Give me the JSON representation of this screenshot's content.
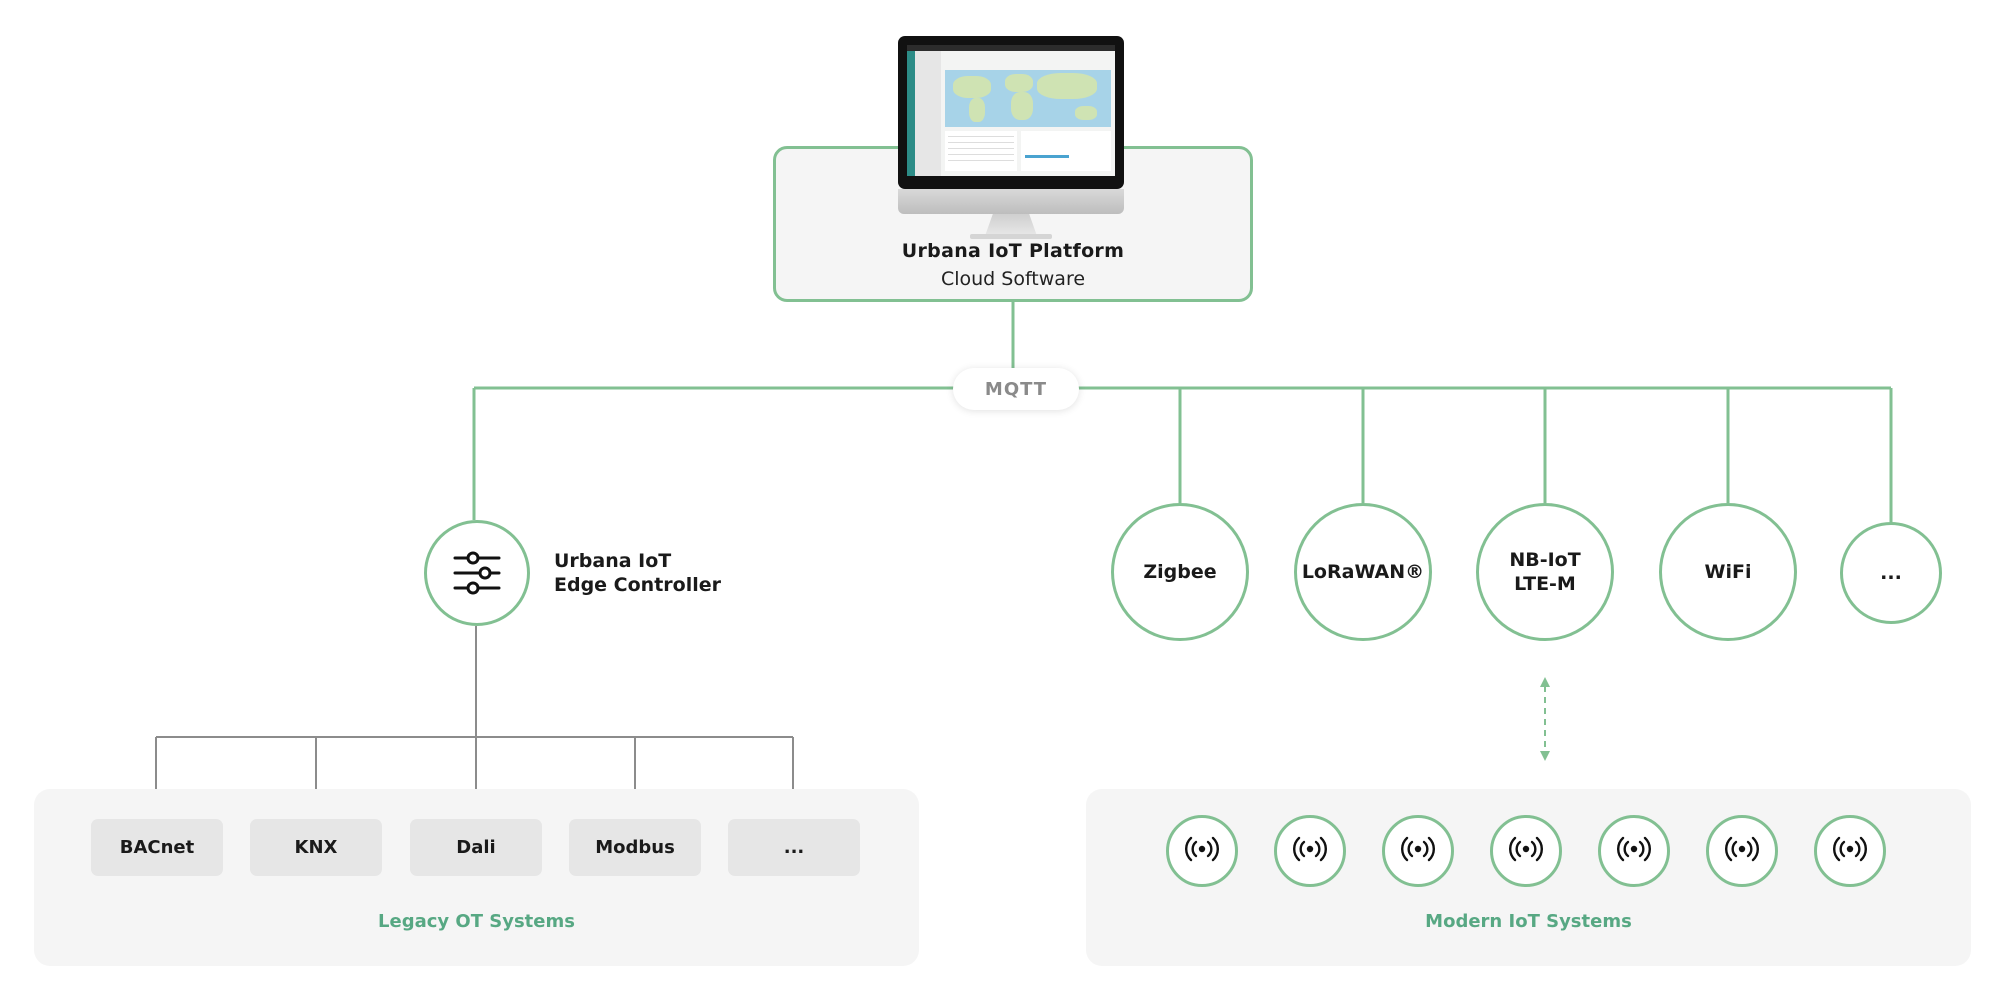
{
  "platform": {
    "title": "Urbana IoT Platform",
    "subtitle": "Cloud Software",
    "icon": "monitor-icon"
  },
  "link": {
    "protocol": "MQTT"
  },
  "edge_controller": {
    "line1": "Urbana IoT",
    "line2": "Edge Controller",
    "icon": "sliders-icon"
  },
  "protocols": [
    {
      "line1": "Zigbee",
      "line2": ""
    },
    {
      "line1": "LoRaWAN®",
      "line2": ""
    },
    {
      "line1": "NB-IoT",
      "line2": "LTE-M"
    },
    {
      "line1": "WiFi",
      "line2": ""
    },
    {
      "line1": "...",
      "line2": ""
    }
  ],
  "legacy": {
    "title": "Legacy OT Systems",
    "items": [
      "BACnet",
      "KNX",
      "Dali",
      "Modbus",
      "..."
    ]
  },
  "modern": {
    "title": "Modern IoT Systems",
    "device_icon": "wireless-signal-icon",
    "device_count": 7
  },
  "colors": {
    "accent_green": "#82c092",
    "teal_green": "#57a883",
    "connector_gray": "#8c8c8c",
    "panel_bg": "#f5f5f5",
    "box_bg": "#e6e6e6"
  }
}
